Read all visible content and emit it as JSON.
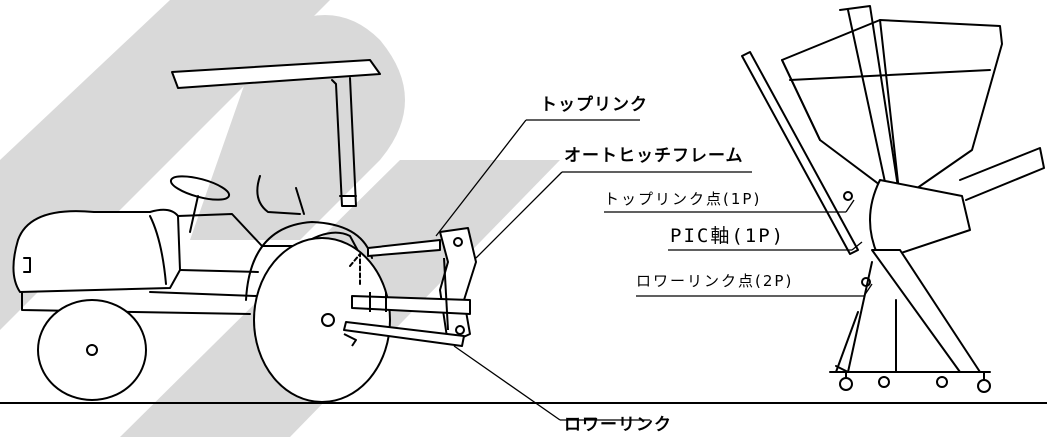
{
  "labels": {
    "top_link": "トップリンク",
    "auto_hitch_frame": "オートヒッチフレーム",
    "lower_link": "ロワーリンク",
    "top_link_point": "トップリンク点(1P)",
    "pic_shaft": "PIC軸(1P)",
    "lower_link_point": "ロワーリンク点(2P)"
  },
  "colors": {
    "line": "#000000",
    "watermark": "#d9d9d9",
    "background": "#ffffff"
  }
}
